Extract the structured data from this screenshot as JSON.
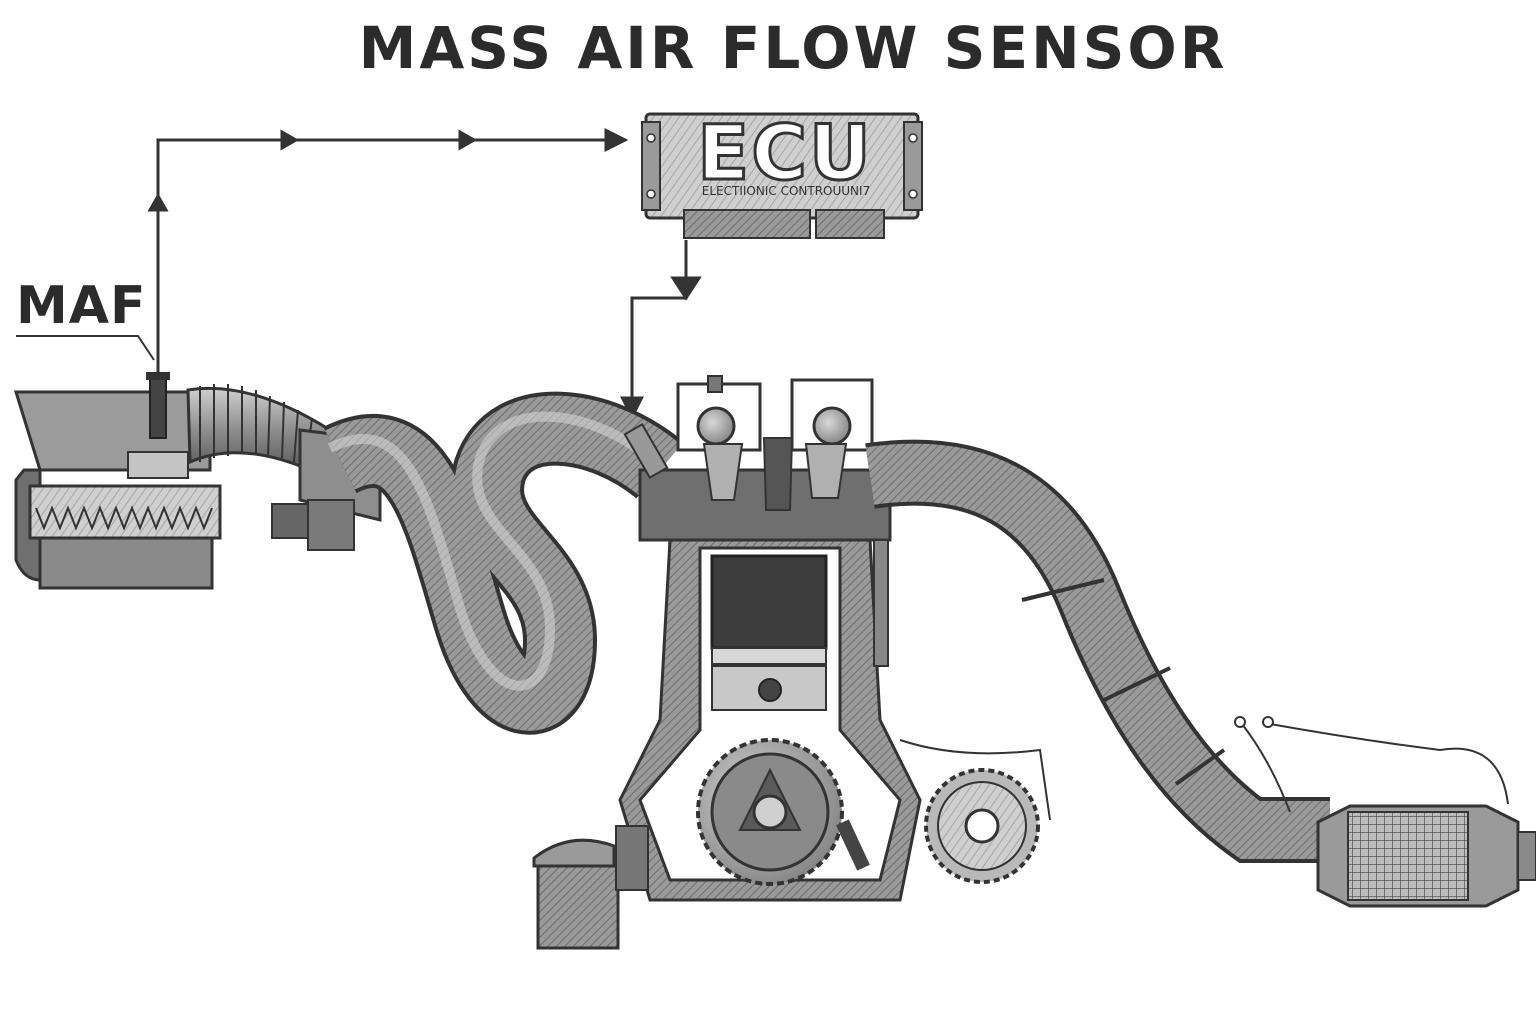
{
  "title": "MASS AIR FLOW SENSOR",
  "labels": {
    "maf": "MAF",
    "ecu": "ECU",
    "ecu_subtitle": "ELECTIIONIC CONTROUUNI7"
  },
  "colors": {
    "ink": "#2b2b2b",
    "shade_dark": "#555555",
    "shade_mid": "#8a8a8a",
    "shade_light": "#c4c4c4",
    "background": "#ffffff"
  },
  "components": [
    "air-filter-housing",
    "maf-sensor",
    "corrugated-intake-hose",
    "throttle-body",
    "intake-pipe",
    "ecu-module",
    "engine-cylinder",
    "piston",
    "crankshaft-pulley",
    "timing-gear",
    "exhaust-pipe",
    "catalytic-converter",
    "oil-filter"
  ]
}
